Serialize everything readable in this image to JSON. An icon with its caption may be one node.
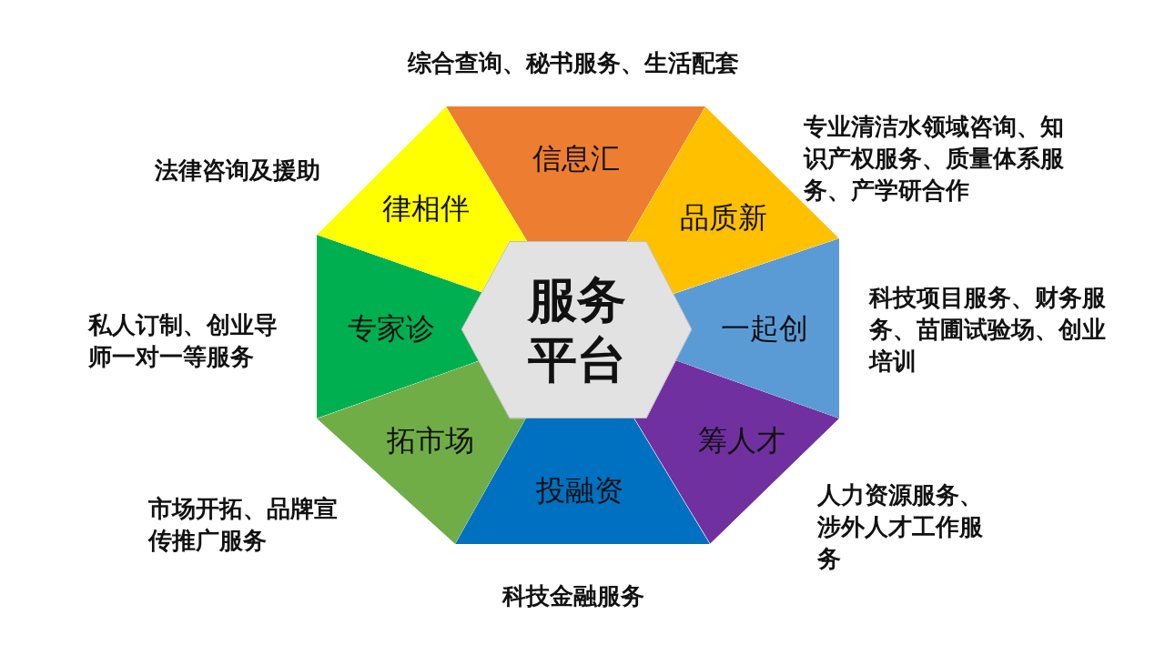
{
  "diagram": {
    "nodes": [
      {
        "text": [
          "信息汇"
        ],
        "beside": [
          "综合查询、秘书服务、生活配套"
        ]
      },
      {
        "text": [
          "品质新"
        ],
        "beside": [
          "专业清洁水领域咨询、知识产权服务、质量体系服务、产学研合作"
        ]
      },
      {
        "text": [
          "一起创"
        ],
        "beside": [
          "科技项目服务、财务服务、苗圃试验场、创业培训"
        ]
      },
      {
        "text": [
          "筹人才"
        ],
        "beside": [
          "人力资源服务、涉外人才工作服务"
        ]
      },
      {
        "text": [
          "投融资"
        ],
        "beside": [
          "科技金融服务"
        ]
      },
      {
        "text": [
          "拓市场"
        ],
        "beside": [
          "市场开拓、品牌宣传推广服务"
        ]
      },
      {
        "text": [
          "专家诊"
        ],
        "beside": [
          "私人订制、创业导师一对一等服务"
        ]
      },
      {
        "text": [
          "律相伴"
        ],
        "beside": [
          "法律咨询及援助"
        ]
      },
      {
        "text": [
          "服务平台"
        ]
      }
    ],
    "edges": []
  }
}
